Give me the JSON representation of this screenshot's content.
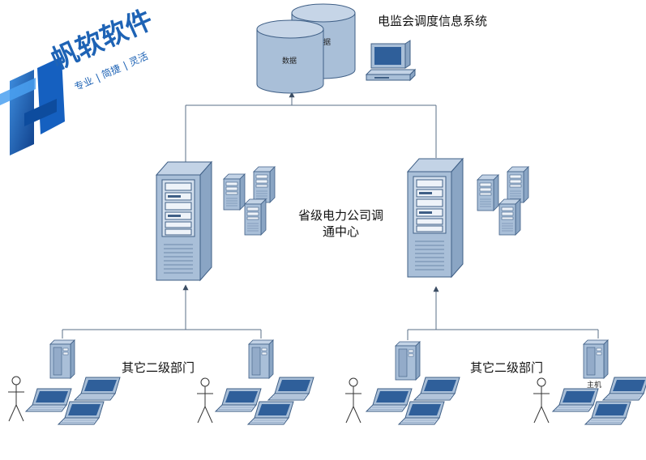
{
  "logo": {
    "brand": "帆软软件",
    "slogan": [
      "专业",
      "简捷",
      "灵活"
    ]
  },
  "diagram": {
    "system_title": "电监会调度信息系统",
    "db_front_label": "数据",
    "db_back_label": "据",
    "center_label_line1": "省级电力公司调",
    "center_label_line2": "通中心",
    "dept_label_left": "其它二级部门",
    "dept_label_right": "其它二级部门",
    "host_label": "主机"
  },
  "colors": {
    "equipment_fill": "#a9bfd8",
    "equipment_stroke": "#3f5f86",
    "screen_blue": "#2f5f9a",
    "connector": "#5a6f87",
    "logo_blue": "#1e63b5"
  }
}
